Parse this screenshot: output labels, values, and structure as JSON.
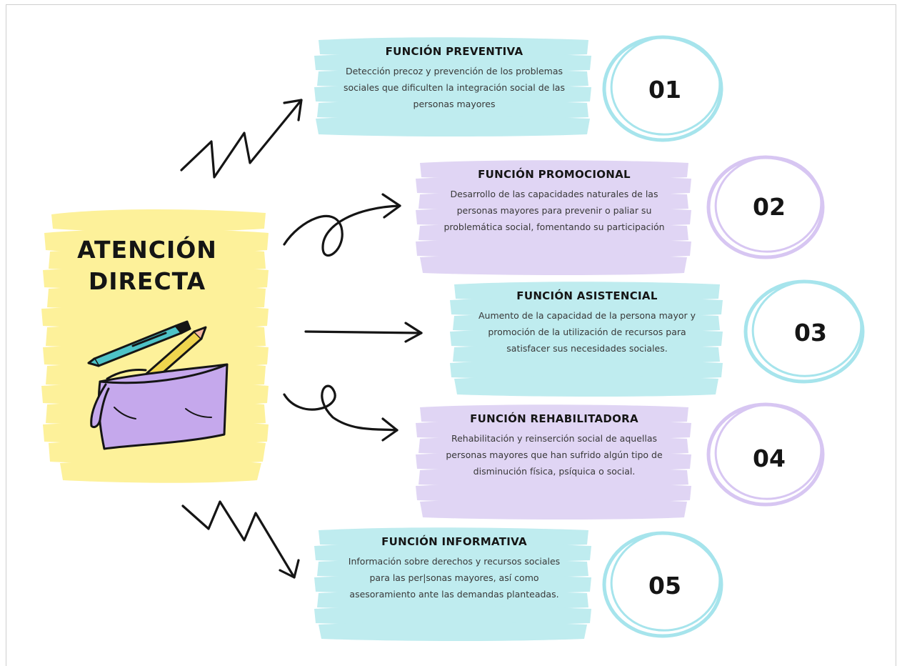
{
  "title_lines": [
    "ATENCIÓN",
    "DIRECTA"
  ],
  "functions": [
    {
      "number": "01",
      "title": "FUNCIÓN PREVENTIVA",
      "description": "Detección precoz y prevención de los problemas sociales que dificulten la integración social de las personas mayores",
      "color": "#bfecef"
    },
    {
      "number": "02",
      "title": "FUNCIÓN PROMOCIONAL",
      "description": "Desarrollo de las capacidades naturales de las personas mayores para prevenir o paliar su problemática social, fomentando su participación",
      "color": "#e0d5f4"
    },
    {
      "number": "03",
      "title": "FUNCIÓN ASISTENCIAL",
      "description": "Aumento de la capacidad de la persona mayor y promoción de la utilización de recursos para satisfacer sus necesidades sociales.",
      "color": "#bfecef"
    },
    {
      "number": "04",
      "title": "FUNCIÓN REHABILITADORA",
      "description": "Rehabilitación y reinserción social de aquellas personas mayores que han sufrido algún tipo de disminución física, psíquica o social.",
      "color": "#e0d5f4"
    },
    {
      "number": "05",
      "title": "FUNCIÓN INFORMATIVA",
      "description": "Información sobre derechos y recursos sociales para las per|sonas mayores, así como asesoramiento ante las demandas planteadas.",
      "color": "#bfecef"
    }
  ],
  "colors": {
    "yellow": "#fdf19a",
    "cyan_ring": "#a6e4ec",
    "lilac_ring": "#d7c6f2",
    "pencil_case": "#c5a8ec",
    "pen": "#4ec3c7",
    "pencil": "#f0d54e"
  },
  "icons": [
    "pencil-case-icon",
    "pen-icon",
    "pencil-icon"
  ]
}
